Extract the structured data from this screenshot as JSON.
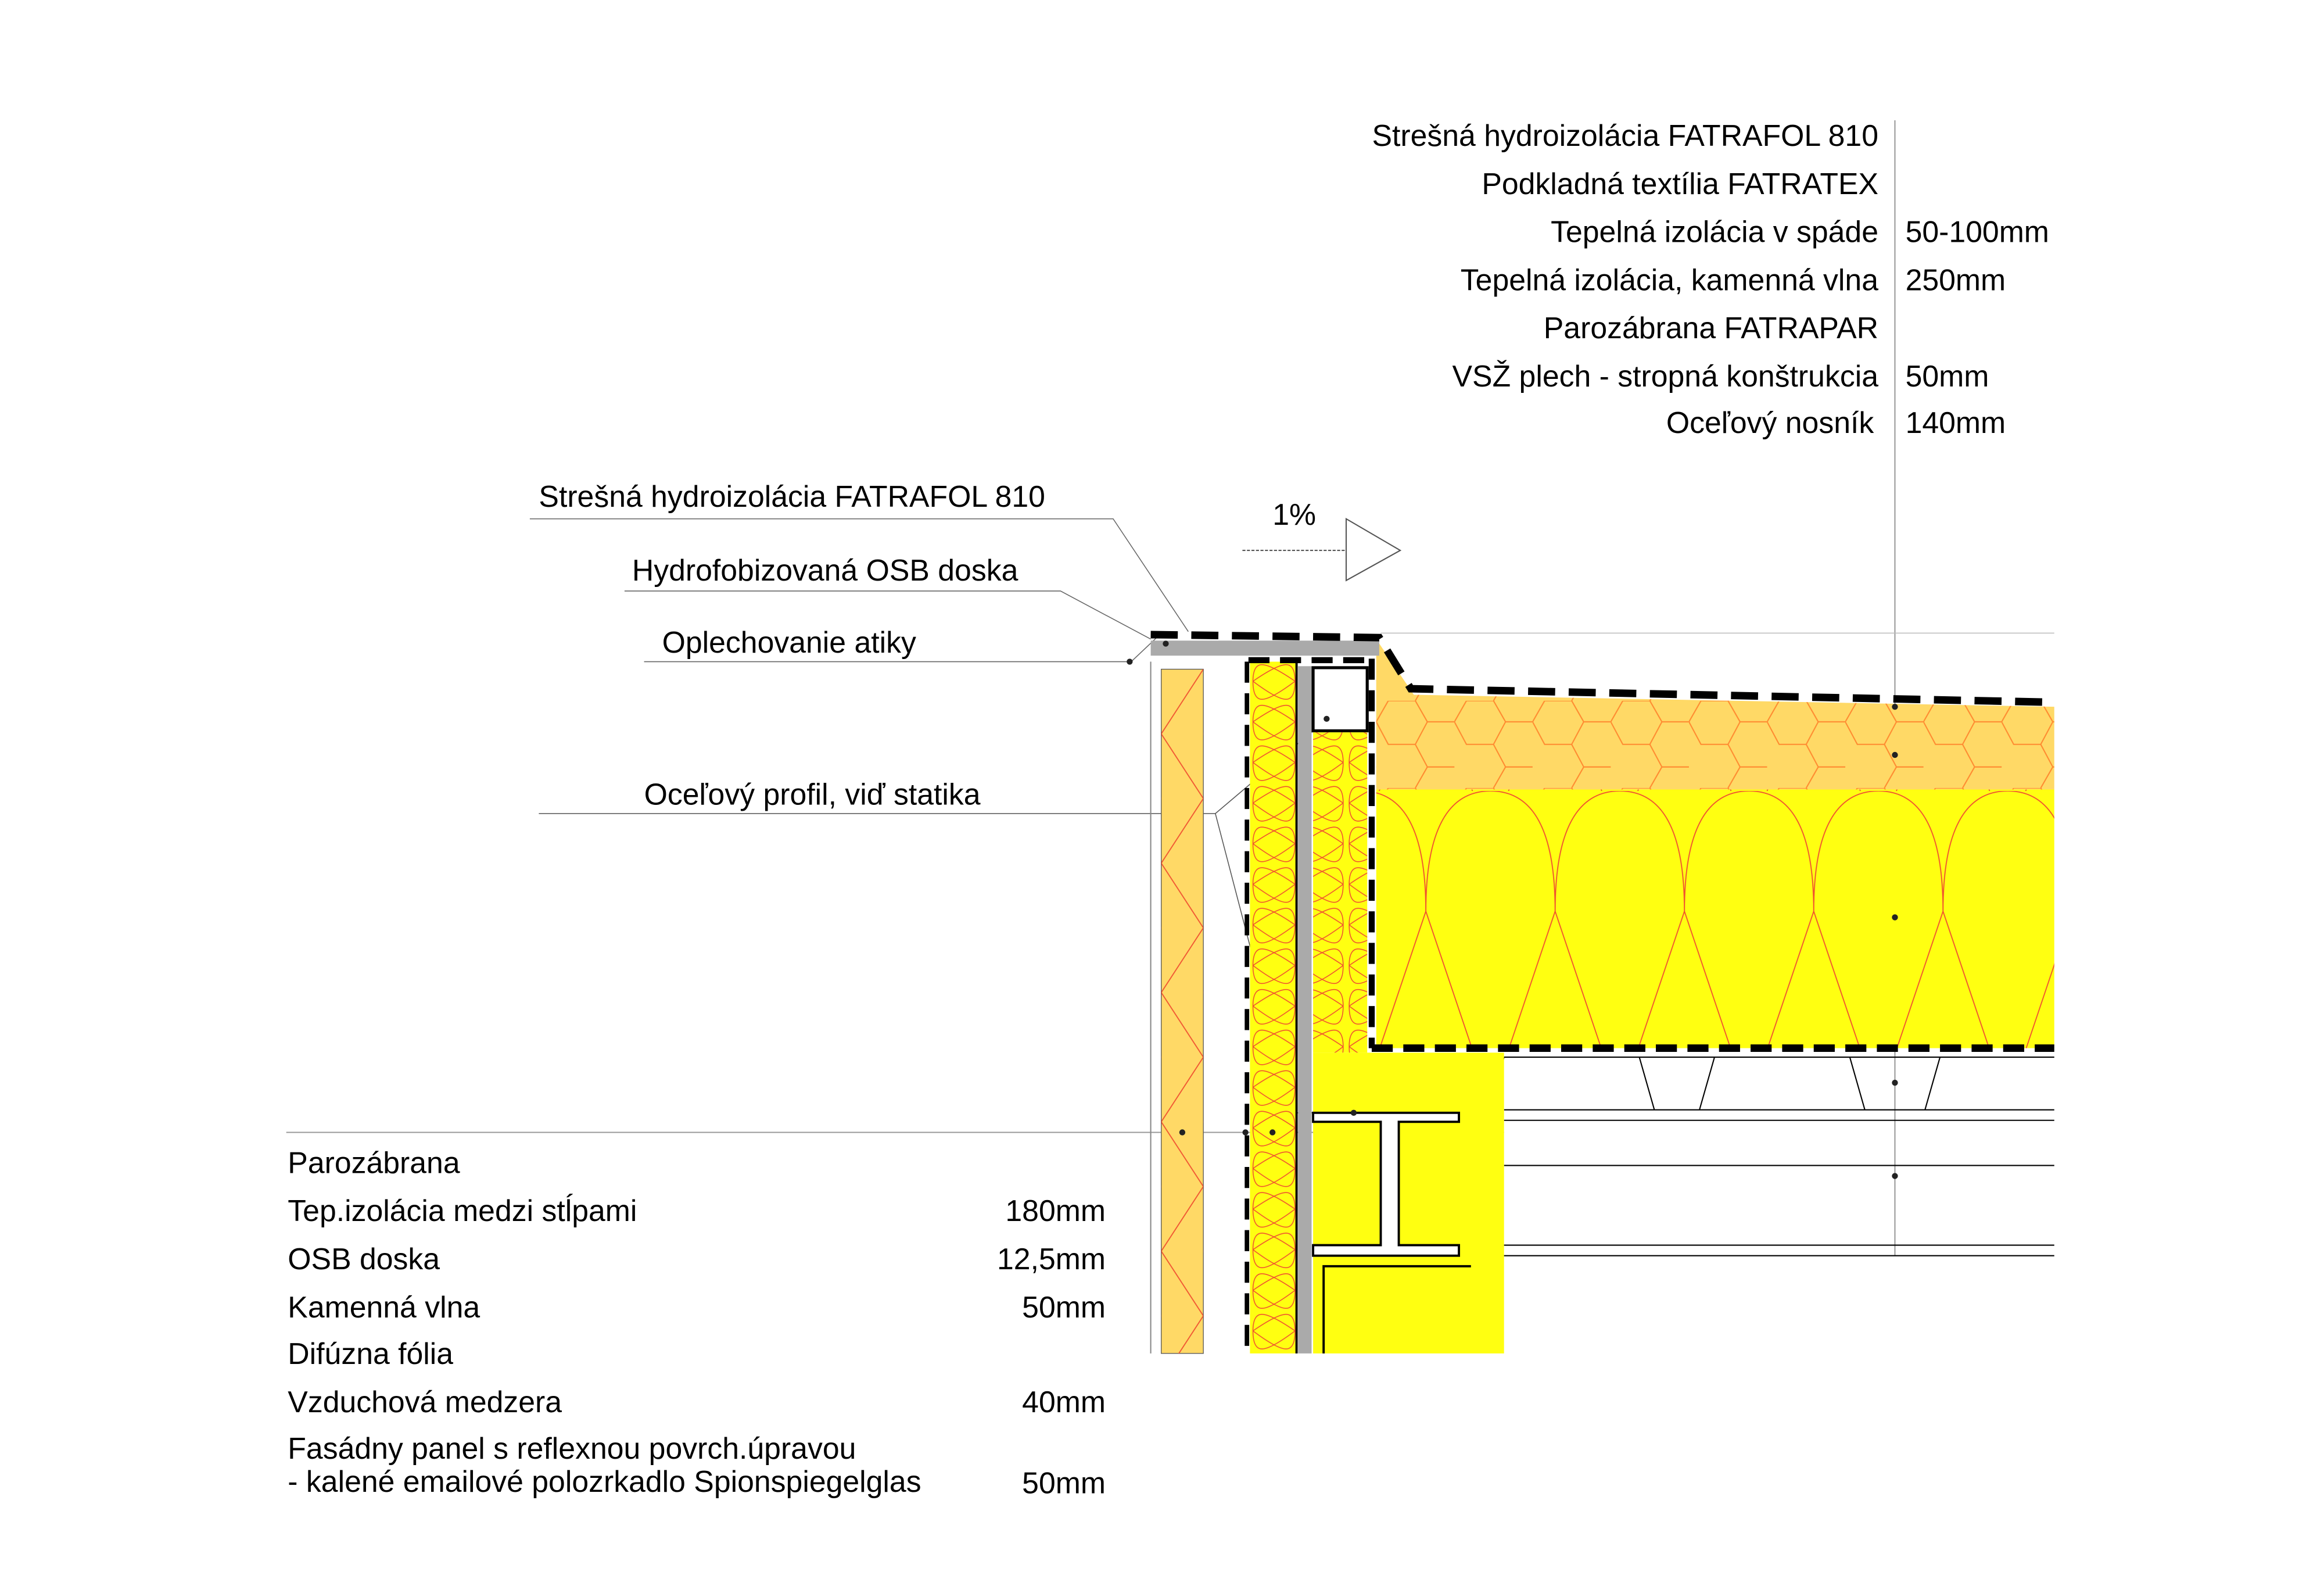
{
  "roof_legend": {
    "items": [
      {
        "label": "Strešná hydroizolácia FATRAFOL 810",
        "value": ""
      },
      {
        "label": "Podkladná textília FATRATEX",
        "value": ""
      },
      {
        "label": "Tepelná izolácia v spáde",
        "value": "50-100mm"
      },
      {
        "label": "Tepelná izolácia, kamenná vlna",
        "value": "250mm"
      },
      {
        "label": "Parozábrana FATRAPAR",
        "value": ""
      },
      {
        "label": "VSŽ plech - stropná konštrukcia",
        "value": "50mm"
      },
      {
        "label": "Oceľový nosník",
        "value": "140mm"
      }
    ]
  },
  "callouts": {
    "membrane": "Strešná hydroizolácia FATRAFOL 810",
    "osb": "Hydrofobizovaná OSB doska",
    "flashing": "Oplechovanie atiky",
    "steel_profile": "Oceľový profil, viď statika",
    "slope": "1%"
  },
  "wall_legend": {
    "items": [
      {
        "label": "Parozábrana",
        "value": ""
      },
      {
        "label": "Tep.izolácia medzi stĺpami",
        "value": "180mm"
      },
      {
        "label": "OSB doska",
        "value": "12,5mm"
      },
      {
        "label": "Kamenná vlna",
        "value": "50mm"
      },
      {
        "label": "Difúzna fólia",
        "value": ""
      },
      {
        "label": "Vzduchová medzera",
        "value": "40mm"
      },
      {
        "label": "Fasádny panel s reflexnou povrch.úpravou",
        "value": ""
      },
      {
        "label": "- kalené emailové polozrkadlo Spionspiegelglas",
        "value": "50mm"
      }
    ]
  },
  "colors": {
    "mineral_wool": "#FFFF11",
    "rigid_insulation": "#FFD966",
    "steel": "#AAAAAA",
    "hatch": "#FF4020"
  }
}
